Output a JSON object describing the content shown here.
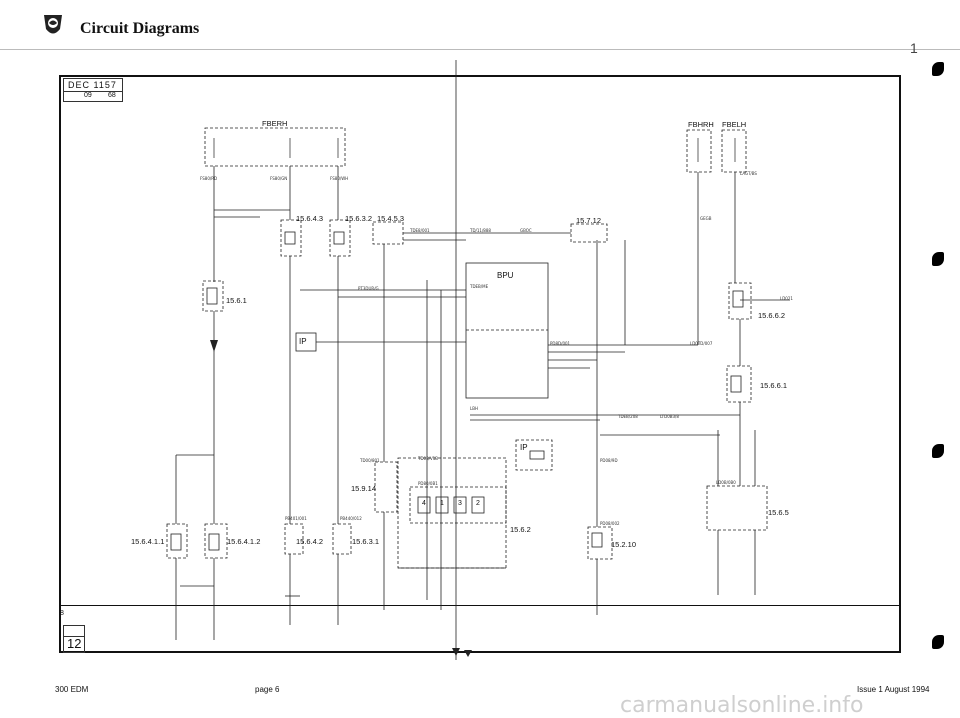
{
  "header": {
    "title": "Circuit Diagrams"
  },
  "page_corner": "1",
  "footer": {
    "left": "300 EDM",
    "center": "page 6",
    "right": "Issue 1 August 1994",
    "watermark": "carmanualsonline.info"
  },
  "title_block": {
    "label_top": "DEC",
    "number": "1157",
    "row2_a": "09",
    "row2_b": "68"
  },
  "ref_block": {
    "small": "",
    "number": "12"
  },
  "side_marker": "8",
  "diagram": {
    "components": {
      "fberh": "FBERH",
      "fbhrh": "FBHRH",
      "fbelh": "FBELH",
      "bpu": "BPU",
      "ip_left": "IP",
      "ip_mid": "IP"
    },
    "refs": {
      "r1": "15.6.4.3",
      "r2": "15.6.3.2",
      "r3": "15.4.5.3",
      "r4": "15.7.12",
      "r5": "15.6.1",
      "r6": "15.6.6.2",
      "r7": "15.6.6.1",
      "r8": "15.9.14",
      "r9": "15.6.2",
      "r10": "15.2.10",
      "r11": "15.6.5",
      "r12": "15.6.4.1.1",
      "r13": "15.6.4.1.2",
      "r14": "15.6.4.2",
      "r15": "15.6.3.1"
    },
    "switch_numbers": [
      "4",
      "1",
      "3",
      "2"
    ]
  }
}
